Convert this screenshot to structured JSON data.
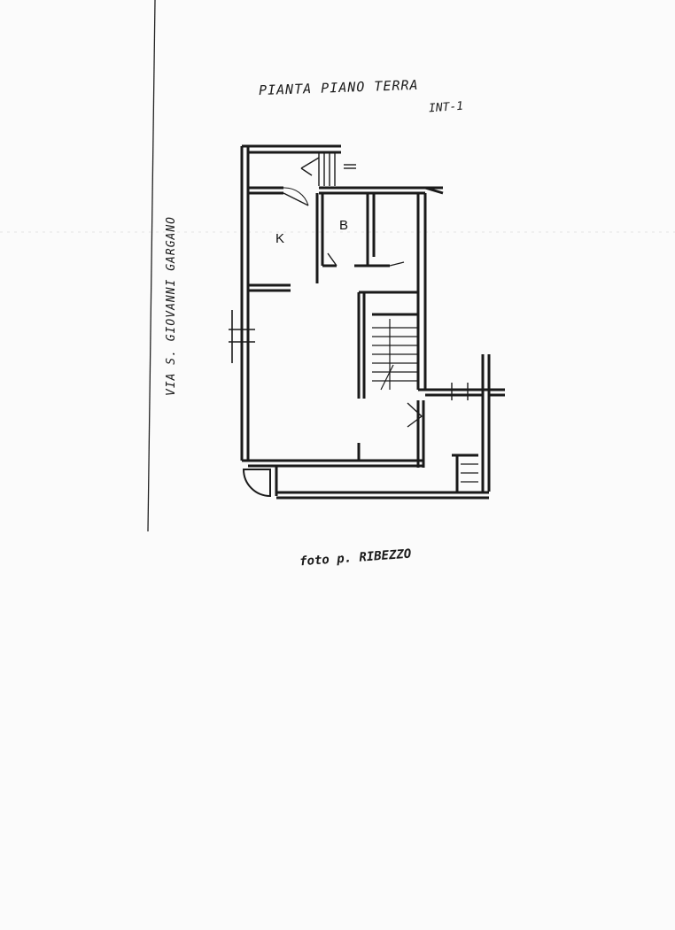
{
  "title": "PIANTA PIANO TERRA",
  "subtitle": "INT-1",
  "street_label": "VIA S. GIOVANNI GARGANO",
  "bottom_note": "foto p. RIBEZZO",
  "rooms": {
    "kitchen": "K",
    "bathroom": "B"
  },
  "colors": {
    "ink": "#1a1a1a",
    "paper": "#fbfbfb"
  }
}
